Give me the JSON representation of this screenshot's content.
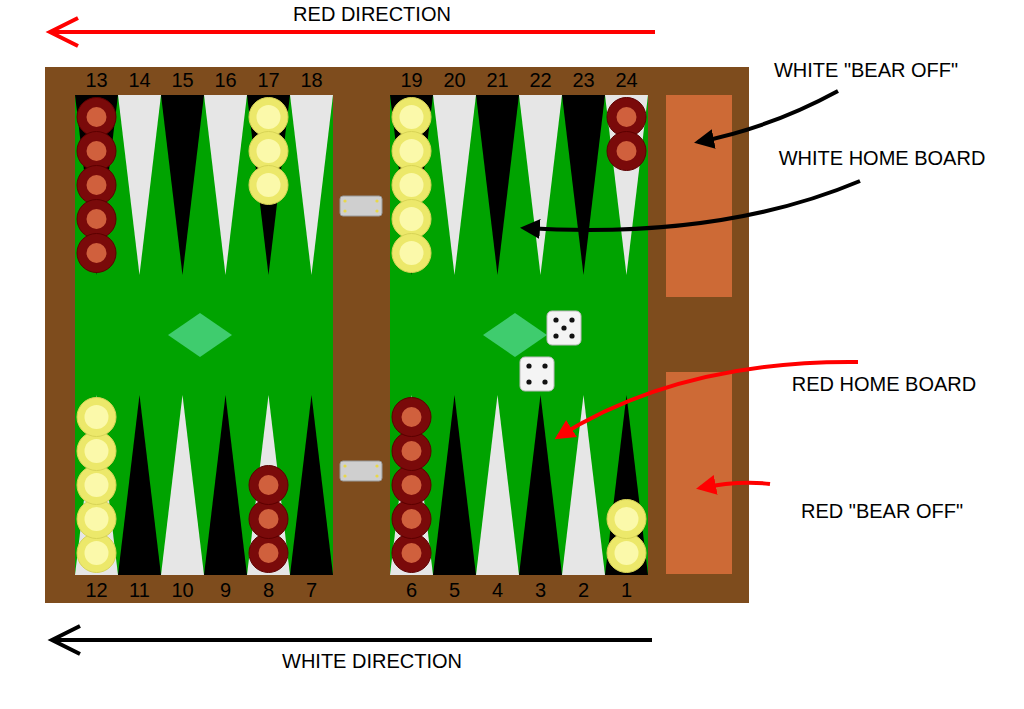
{
  "diagram": {
    "labels": [
      "RED DIRECTION",
      "13",
      "14",
      "15",
      "16",
      "17",
      "18",
      "19",
      "20",
      "21",
      "22",
      "23",
      "24",
      "WHITE \"BEAR OFF\"",
      "WHITE HOME BOARD",
      "RED HOME BOARD",
      "RED \"BEAR OFF\"",
      "12",
      "11",
      "10",
      "9",
      "8",
      "7",
      "6",
      "5",
      "4",
      "3",
      "2",
      "1",
      "WHITE DIRECTION"
    ]
  }
}
